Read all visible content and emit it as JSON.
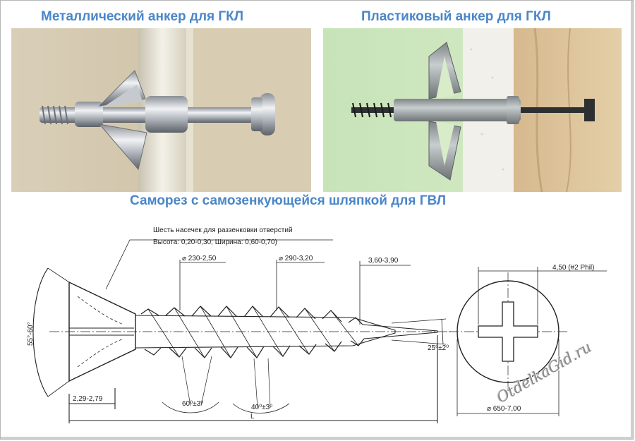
{
  "titles": {
    "metal_anchor": "Металлический анкер для ГКЛ",
    "plastic_anchor": "Пластиковый анкер для ГКЛ",
    "screw": "Саморез с самозенкующейся шляпкой для ГВЛ"
  },
  "drawing": {
    "note_line1": "Шесть насечек для раззенковки отверстий",
    "note_line2": "Высота: 0,20-0,30; Ширина: 0,60-0,70)",
    "dim_thread_outer": "⌀ 230-2,50",
    "dim_thread_inner": "⌀ 290-3,20",
    "dim_tip": "3,60-3,90",
    "dim_head_angle": "55°-60°",
    "dim_head_height": "2,29-2,79",
    "dim_pitch_angle1": "60⁰±3⁰",
    "dim_pitch_angle2": "40⁰±3⁰",
    "dim_tip_angle": "25⁰±2⁰",
    "dim_length": "L",
    "dim_phil": "4,50 (#2 Phil)",
    "dim_head_dia": "⌀ 650-7,00"
  },
  "watermark": "OtdelkaGid.ru"
}
